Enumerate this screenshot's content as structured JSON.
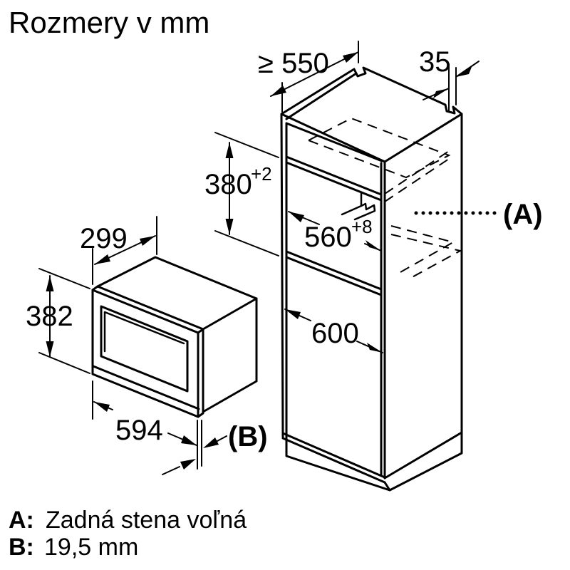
{
  "title": "Rozmery v mm",
  "dimensions": {
    "cabinet_min_depth": "≥ 550",
    "cabinet_top_offset": "35",
    "niche_height": {
      "value": "380",
      "tolerance": "+2"
    },
    "niche_width": {
      "value": "560",
      "tolerance": "+8"
    },
    "lower_niche_width": "600",
    "appliance_depth": "299",
    "appliance_height": "382",
    "appliance_width": "594"
  },
  "callouts": {
    "a": "(A)",
    "b": "(B)"
  },
  "legend": [
    {
      "key": "A:",
      "text": "Zadná stena voľná"
    },
    {
      "key": "B:",
      "text": "19,5 mm"
    }
  ],
  "colors": {
    "line": "#000000",
    "background": "#ffffff"
  }
}
